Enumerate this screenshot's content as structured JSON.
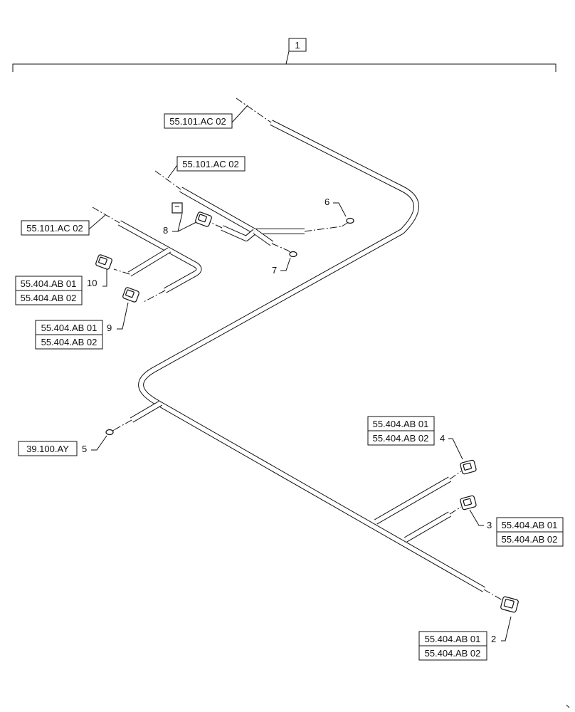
{
  "assembly_callout": "1",
  "references": {
    "harness_upper": "55.101.AC 02",
    "harness_middle": "55.101.AC 02",
    "harness_left": "55.101.AC 02",
    "item10_a": "55.404.AB 01",
    "item10_b": "55.404.AB 02",
    "item9_a": "55.404.AB 01",
    "item9_b": "55.404.AB 02",
    "item5": "39.100.AY",
    "item4_a": "55.404.AB 01",
    "item4_b": "55.404.AB 02",
    "item3_a": "55.404.AB 01",
    "item3_b": "55.404.AB 02",
    "item2_a": "55.404.AB 01",
    "item2_b": "55.404.AB 02"
  },
  "callouts": {
    "n2": "2",
    "n3": "3",
    "n4": "4",
    "n5": "5",
    "n6": "6",
    "n7": "7",
    "n8": "8",
    "n9": "9",
    "n10": "10"
  }
}
